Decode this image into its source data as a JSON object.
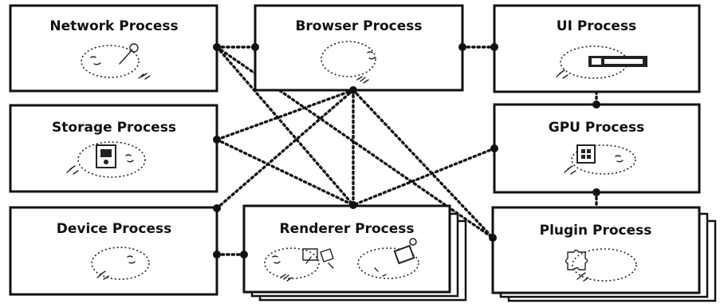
{
  "diagram": {
    "processes": [
      {
        "id": "network",
        "title": "Network Process",
        "icon": "wrench-icon"
      },
      {
        "id": "browser",
        "title": "Browser Process",
        "icon": "none"
      },
      {
        "id": "ui",
        "title": "UI Process",
        "icon": "toolbar-icon"
      },
      {
        "id": "storage",
        "title": "Storage Process",
        "icon": "disk-icon"
      },
      {
        "id": "gpu",
        "title": "GPU Process",
        "icon": "chip-icon"
      },
      {
        "id": "device",
        "title": "Device Process",
        "icon": "none"
      },
      {
        "id": "renderer",
        "title": "Renderer Process",
        "icon": "tab-icons"
      },
      {
        "id": "plugin",
        "title": "Plugin Process",
        "icon": "puzzle-icon"
      }
    ],
    "connections": [
      [
        "network",
        "browser"
      ],
      [
        "browser",
        "ui"
      ],
      [
        "ui",
        "gpu"
      ],
      [
        "gpu",
        "plugin"
      ],
      [
        "device",
        "renderer"
      ],
      [
        "network",
        "renderer"
      ],
      [
        "network",
        "plugin"
      ],
      [
        "browser",
        "renderer"
      ],
      [
        "browser",
        "storage"
      ],
      [
        "browser",
        "device"
      ],
      [
        "browser",
        "plugin"
      ],
      [
        "storage",
        "renderer"
      ],
      [
        "gpu",
        "renderer"
      ]
    ]
  }
}
